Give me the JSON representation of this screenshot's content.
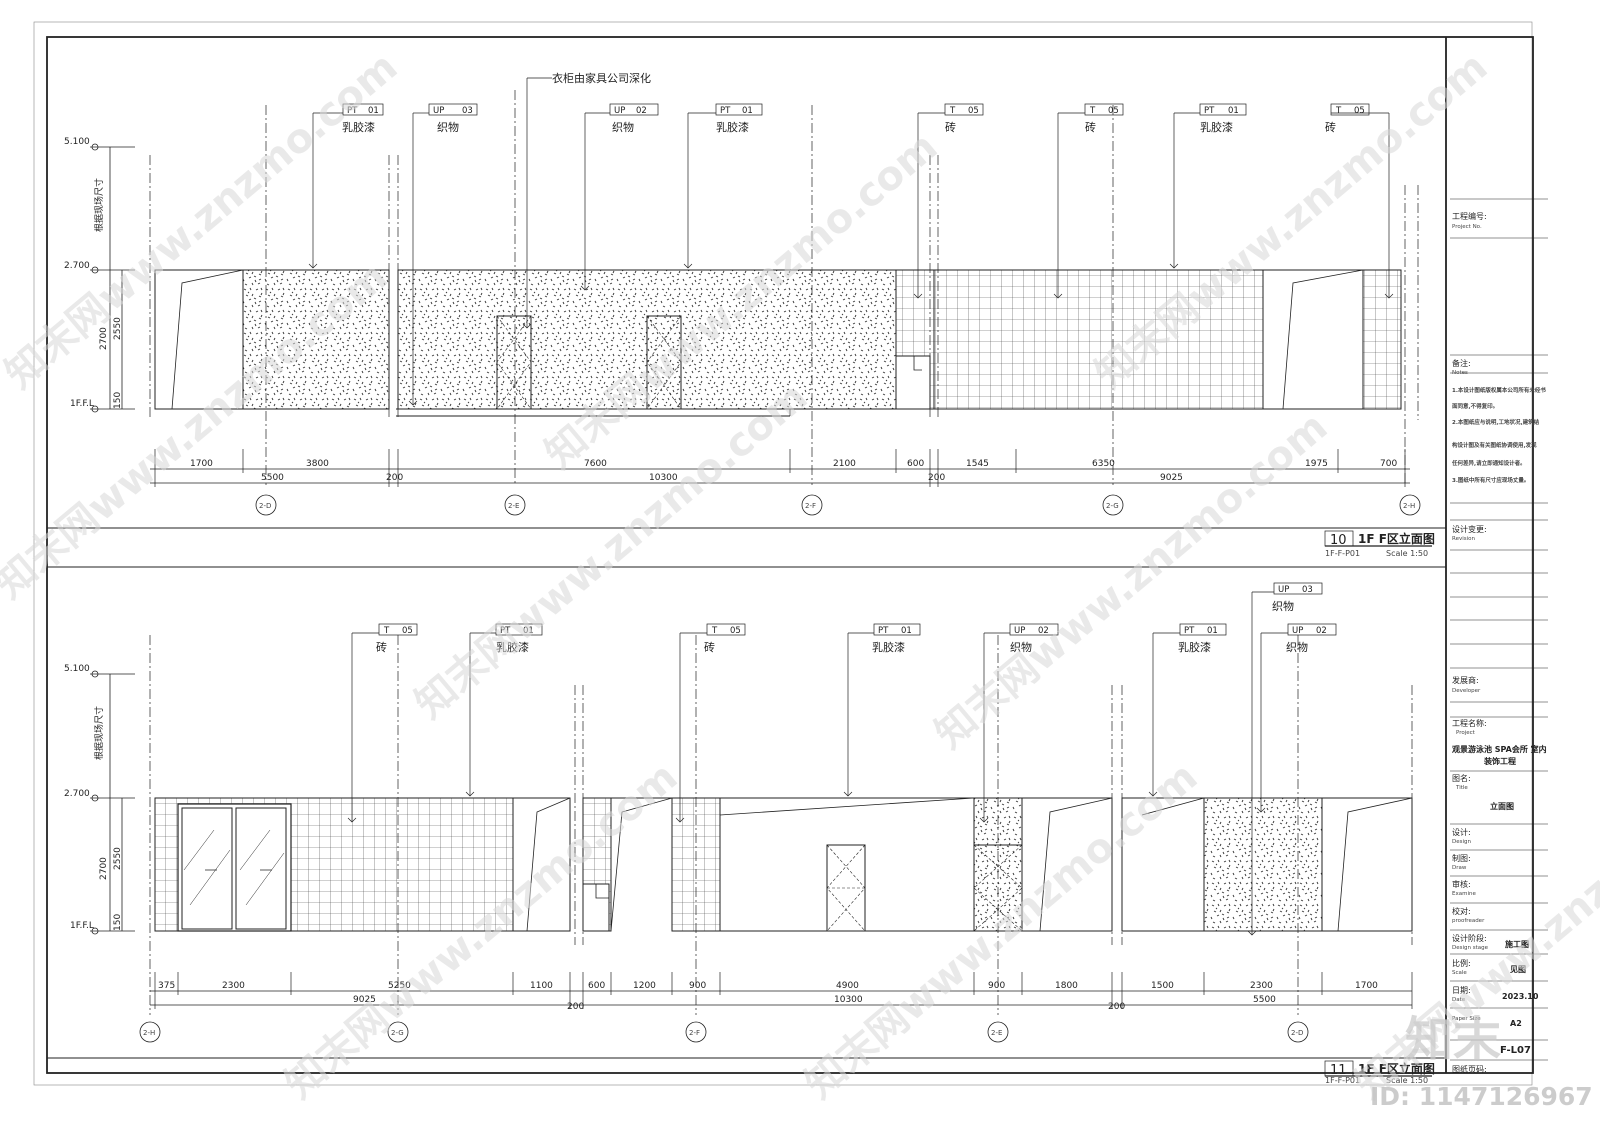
{
  "elevations": [
    {
      "id": "elev-10",
      "title_no": "10",
      "title": "1F F区立面图",
      "code": "1F-F-P01",
      "scale": "Scale 1:50",
      "levels": [
        "5.100",
        "2.700",
        "1F.F.L"
      ],
      "side_text": "根据现场尺寸",
      "heights": [
        "2700",
        "2550",
        "150"
      ],
      "tags": [
        {
          "code": "PT",
          "num": "01",
          "mat": "乳胶漆"
        },
        {
          "code": "UP",
          "num": "03",
          "mat": "织物"
        },
        {
          "code": "UP",
          "num": "02",
          "mat": "织物"
        },
        {
          "code": "PT",
          "num": "01",
          "mat": "乳胶漆"
        },
        {
          "code": "T",
          "num": "05",
          "mat": "砖"
        },
        {
          "code": "T",
          "num": "05",
          "mat": "砖"
        },
        {
          "code": "PT",
          "num": "01",
          "mat": "乳胶漆"
        },
        {
          "code": "T",
          "num": "05",
          "mat": "砖"
        }
      ],
      "note": "衣柜由家具公司深化",
      "dims_row1": [
        "1700",
        "3800",
        "7600",
        "2100",
        "600",
        "1545",
        "6350",
        "1975",
        "700"
      ],
      "dims_row2": [
        "5500",
        "200",
        "10300",
        "200",
        "9025"
      ],
      "axes": [
        "2-D",
        "2-E",
        "2-F",
        "2-G",
        "2-H"
      ]
    },
    {
      "id": "elev-11",
      "title_no": "11",
      "title": "1F F区立面图",
      "code": "1F-F-P01",
      "scale": "Scale 1:50",
      "levels": [
        "5.100",
        "2.700",
        "1F.F.L"
      ],
      "side_text": "根据现场尺寸",
      "heights": [
        "2700",
        "2550",
        "150"
      ],
      "tags": [
        {
          "code": "T",
          "num": "05",
          "mat": "砖"
        },
        {
          "code": "PT",
          "num": "01",
          "mat": "乳胶漆"
        },
        {
          "code": "T",
          "num": "05",
          "mat": "砖"
        },
        {
          "code": "PT",
          "num": "01",
          "mat": "乳胶漆"
        },
        {
          "code": "UP",
          "num": "02",
          "mat": "织物"
        },
        {
          "code": "PT",
          "num": "01",
          "mat": "乳胶漆"
        },
        {
          "code": "UP",
          "num": "03",
          "mat": "织物"
        },
        {
          "code": "UP",
          "num": "02",
          "mat": "织物"
        }
      ],
      "dims_row1": [
        "375",
        "2300",
        "5250",
        "1100",
        "600",
        "1200",
        "900",
        "4900",
        "900",
        "1800",
        "1500",
        "2300",
        "1700"
      ],
      "dims_row2": [
        "9025",
        "200",
        "10300",
        "200",
        "5500"
      ],
      "axes": [
        "2-H",
        "2-G",
        "2-F",
        "2-E",
        "2-D"
      ]
    }
  ],
  "title_block": {
    "project_no_label": "工程编号:",
    "project_no_en": "Project No.",
    "notes_label": "备注:",
    "notes_en": "Notes",
    "notes": [
      "1.本设计图纸版权属本公司所有未经书",
      "面同意,不得复印。",
      "2.本图纸应与说明,工地状况,建筑结",
      "构设计图及有关图纸协调使用,发现",
      "任何差异,请立即通知设计者。",
      "3.图纸中所有尺寸应现场丈量。"
    ],
    "revision_label": "设计变更:",
    "revision_en": "Revision",
    "developer_label": "发展商:",
    "developer_en": "Developer",
    "project_label": "工程名称:",
    "project_en": "Project",
    "project_name": [
      "观景游泳池 SPA会所 室内",
      "装饰工程"
    ],
    "title_label": "图名:",
    "title_en": "Title",
    "title_value": "立面图",
    "design_label": "设计:",
    "design_en": "Design",
    "draw_label": "制图:",
    "draw_en": "Draw",
    "examine_label": "审核:",
    "examine_en": "Examine",
    "proof_label": "校对:",
    "proof_en": "proofreader",
    "stage_label": "设计阶段:",
    "stage_en": "Design stage",
    "stage_value": "施工图",
    "scale_label": "比例:",
    "scale_en": "Scale",
    "scale_value": "见图",
    "date_label": "日期:",
    "date_en": "Date",
    "date_value": "2023.10",
    "paper_label": "Paper Size",
    "paper_value": "A2",
    "sheet_value": "F-L07",
    "page_label": "图纸页码:"
  },
  "watermark": {
    "site": "知末网www.znzmo.com",
    "logo": "知末",
    "id": "ID: 1147126967"
  }
}
